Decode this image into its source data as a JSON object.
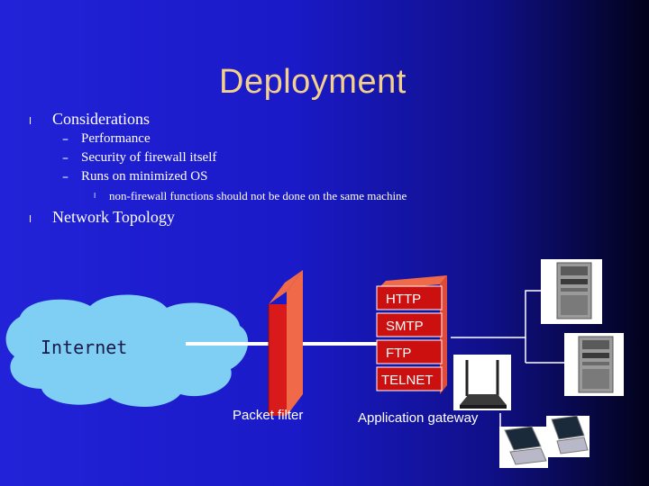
{
  "slide": {
    "title": "Deployment",
    "bullets": [
      {
        "marker": "l",
        "text": "Considerations"
      },
      {
        "marker": "l",
        "text": "Network Topology"
      }
    ],
    "sub_bullets": [
      {
        "marker": "–",
        "text": "Performance"
      },
      {
        "marker": "–",
        "text": "Security of firewall itself"
      },
      {
        "marker": "–",
        "text": "Runs on minimized OS"
      }
    ],
    "sub_sub_bullets": [
      {
        "marker": "l",
        "text": "non-firewall functions should not be done on the same machine"
      }
    ]
  },
  "diagram": {
    "internet_label": "Internet",
    "services": [
      "HTTP",
      "SMTP",
      "FTP",
      "TELNET"
    ],
    "packet_filter_label": "Packet filter",
    "gateway_label": "Application gateway",
    "colors": {
      "cloud": "#7fcff5",
      "wall_front": "#d81a1a",
      "wall_side": "#f06a4a",
      "service_box": "#cc1010",
      "connector": "#ffffff"
    },
    "icons": [
      "server-icon",
      "server-icon",
      "router-icon",
      "laptop-icon",
      "laptop-icon"
    ]
  }
}
